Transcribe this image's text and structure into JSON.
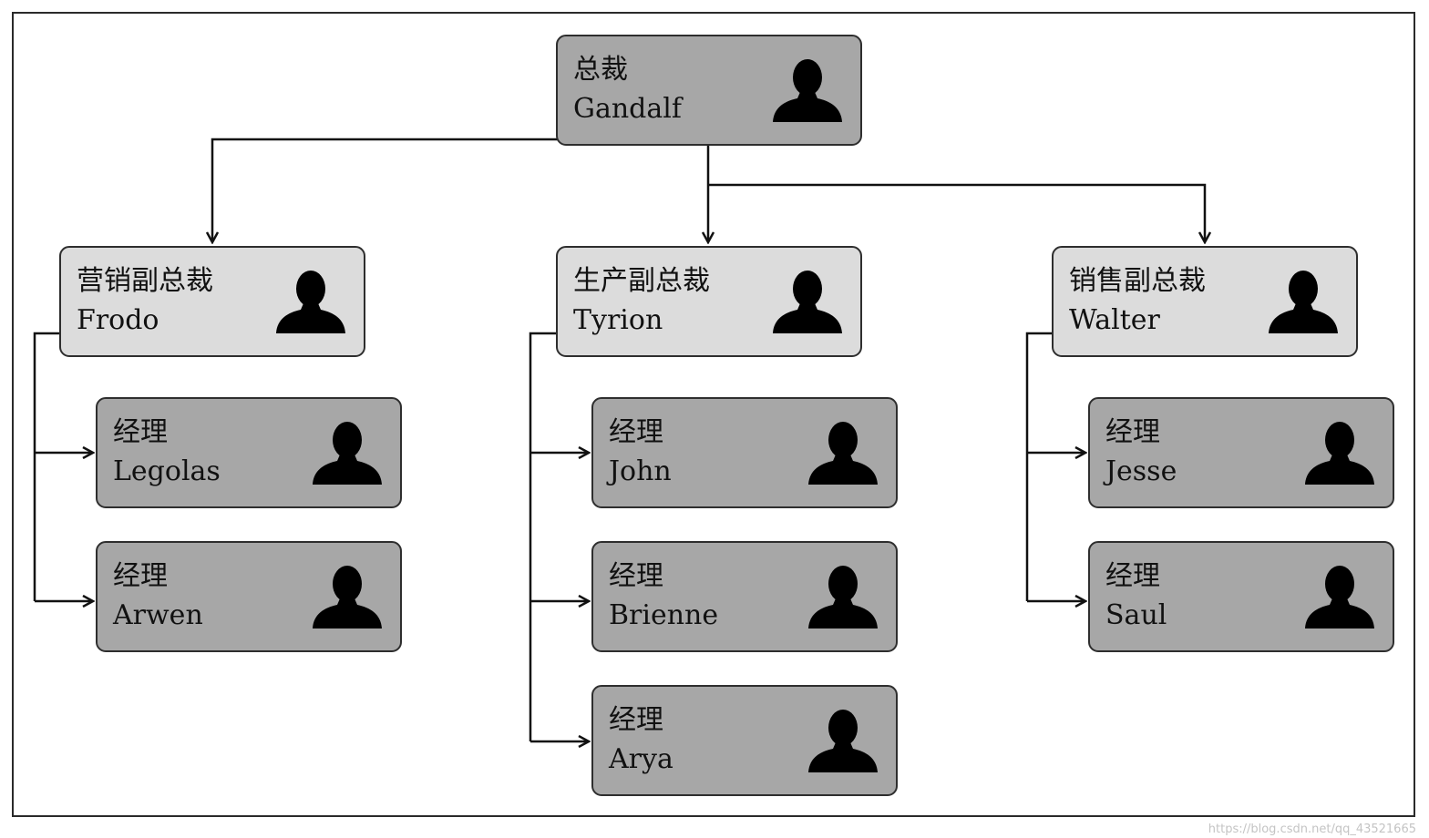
{
  "org_chart": {
    "ceo": {
      "title": "总裁",
      "name": "Gandalf",
      "icon": "person-silhouette-icon"
    },
    "vice_presidents": [
      {
        "title": "营销副总裁",
        "name": "Frodo",
        "icon": "person-silhouette-icon",
        "managers": [
          {
            "title": "经理",
            "name": "Legolas",
            "icon": "person-silhouette-icon"
          },
          {
            "title": "经理",
            "name": "Arwen",
            "icon": "person-silhouette-icon"
          }
        ]
      },
      {
        "title": "生产副总裁",
        "name": "Tyrion",
        "icon": "person-silhouette-icon",
        "managers": [
          {
            "title": "经理",
            "name": "John",
            "icon": "person-silhouette-icon"
          },
          {
            "title": "经理",
            "name": "Brienne",
            "icon": "person-silhouette-icon"
          },
          {
            "title": "经理",
            "name": "Arya",
            "icon": "person-silhouette-icon"
          }
        ]
      },
      {
        "title": "销售副总裁",
        "name": "Walter",
        "icon": "person-silhouette-icon",
        "managers": [
          {
            "title": "经理",
            "name": "Jesse",
            "icon": "person-silhouette-icon"
          },
          {
            "title": "经理",
            "name": "Saul",
            "icon": "person-silhouette-icon"
          }
        ]
      }
    ]
  },
  "colors": {
    "ceo_fill": "#a7a7a7",
    "vp_fill": "#dcdcdc",
    "manager_fill": "#a7a7a7",
    "line": "#111111"
  },
  "watermark": "https://blog.csdn.net/qq_43521665"
}
